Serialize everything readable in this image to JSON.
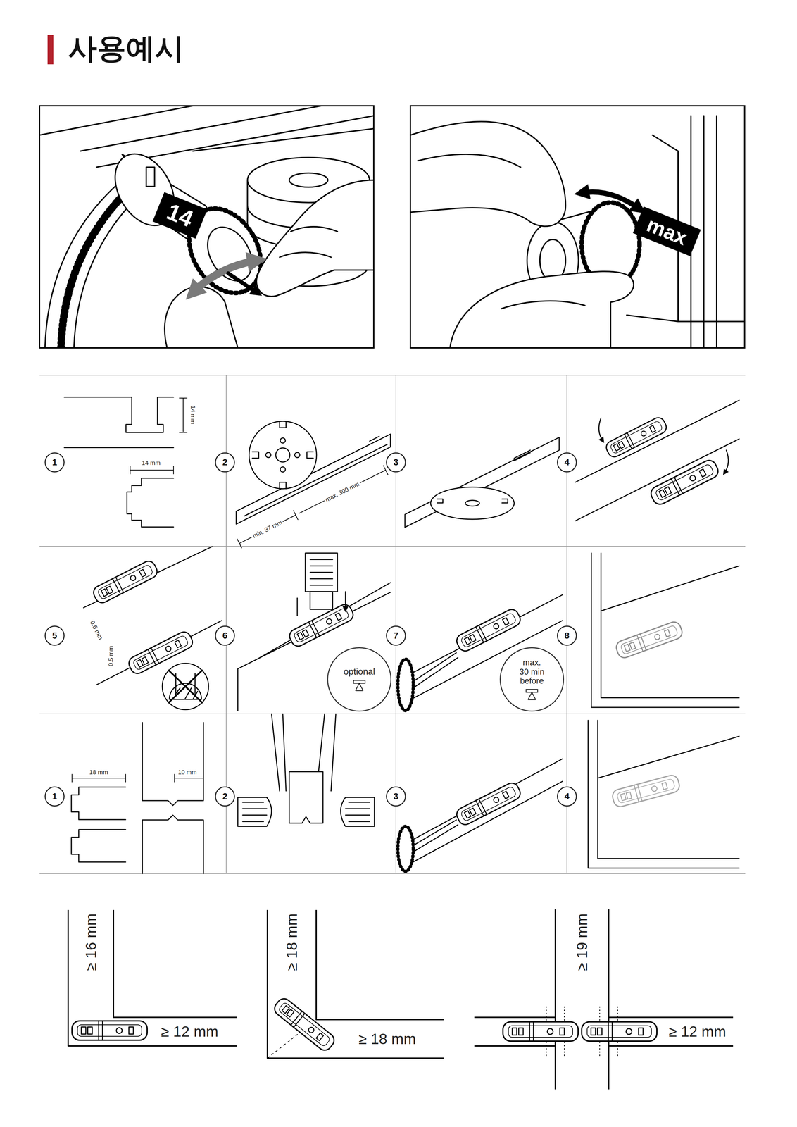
{
  "diagram": {
    "title": "사용예시",
    "nodes": [
      {
        "text": [
          "14"
        ]
      },
      {
        "text": [
          "max"
        ]
      },
      {
        "text": [
          "1"
        ]
      },
      {
        "text": [
          "2"
        ]
      },
      {
        "text": [
          "3"
        ]
      },
      {
        "text": [
          "4"
        ]
      },
      {
        "text": [
          "5"
        ]
      },
      {
        "text": [
          "6"
        ]
      },
      {
        "text": [
          "optional"
        ]
      },
      {
        "text": [
          "7"
        ]
      },
      {
        "text": [
          "max. 30 min before"
        ]
      },
      {
        "text": [
          "8"
        ]
      },
      {
        "text": [
          "1"
        ]
      },
      {
        "text": [
          "2"
        ]
      },
      {
        "text": [
          "3"
        ]
      },
      {
        "text": [
          "4"
        ]
      }
    ],
    "labels": [
      "14 mm",
      "14 mm",
      "min. 37 mm",
      "max. 300 mm",
      "0.5 mm",
      "0.5 mm",
      "18 mm",
      "10 mm",
      "≥ 16 mm",
      "≥ 12 mm",
      "≥ 18 mm",
      "≥ 18 mm",
      "≥ 19 mm",
      "≥ 12 mm"
    ]
  }
}
